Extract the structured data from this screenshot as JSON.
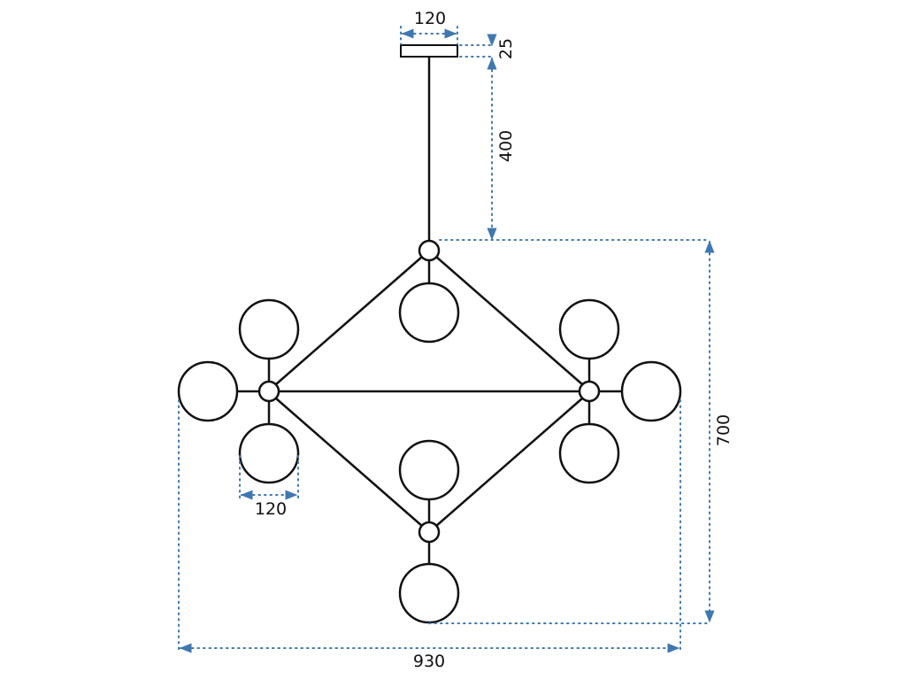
{
  "colors": {
    "line": "#111111",
    "dimension": "#3f78b0",
    "background": "#ffffff"
  },
  "dimensions": {
    "canopy_width": "120",
    "canopy_height": "25",
    "rod_length": "400",
    "fixture_height": "700",
    "globe_diameter": "120",
    "fixture_width": "930"
  }
}
